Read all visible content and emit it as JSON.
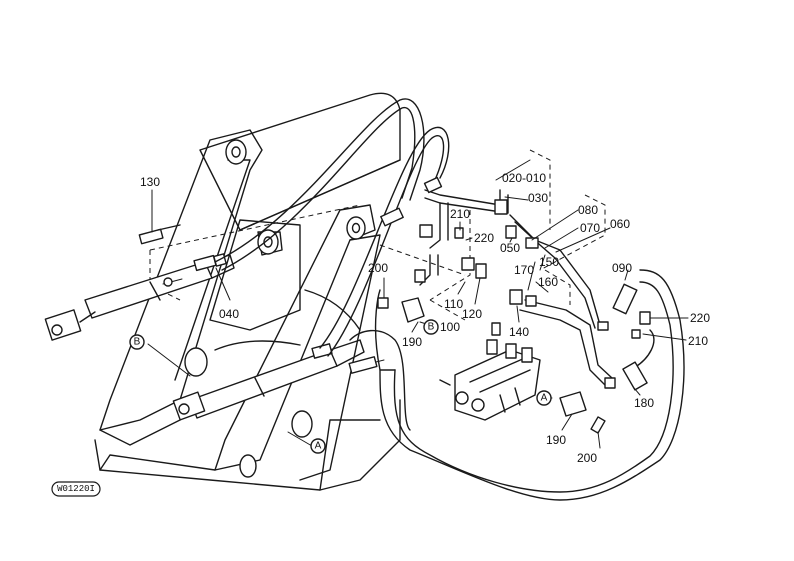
{
  "diagram": {
    "stamp": "W01220I",
    "callout_letters": [
      "A",
      "B"
    ],
    "part_numbers": [
      "010",
      "020",
      "030",
      "040",
      "050",
      "060",
      "070",
      "080",
      "090",
      "100",
      "110",
      "120",
      "130",
      "140",
      "150",
      "160",
      "170",
      "180",
      "190",
      "200",
      "210",
      "220"
    ],
    "labels": {
      "p020_010": "020-010",
      "p030": "030",
      "p080": "080",
      "p070": "070",
      "p060": "060",
      "p210_top": "210",
      "p220_top": "220",
      "p050": "050",
      "p150": "150",
      "p170": "170",
      "p160": "160",
      "p090": "090",
      "p130": "130",
      "p040": "040",
      "p200_left": "200",
      "p110": "110",
      "p120": "120",
      "p100": "100",
      "p190_left": "190",
      "p140": "140",
      "p220_right": "220",
      "p210_right": "210",
      "p180": "180",
      "p190_bottom": "190",
      "p200_bottom": "200",
      "callout_B_left": "B",
      "callout_B_mid": "B",
      "callout_A_left": "A",
      "callout_A_mid": "A"
    }
  }
}
